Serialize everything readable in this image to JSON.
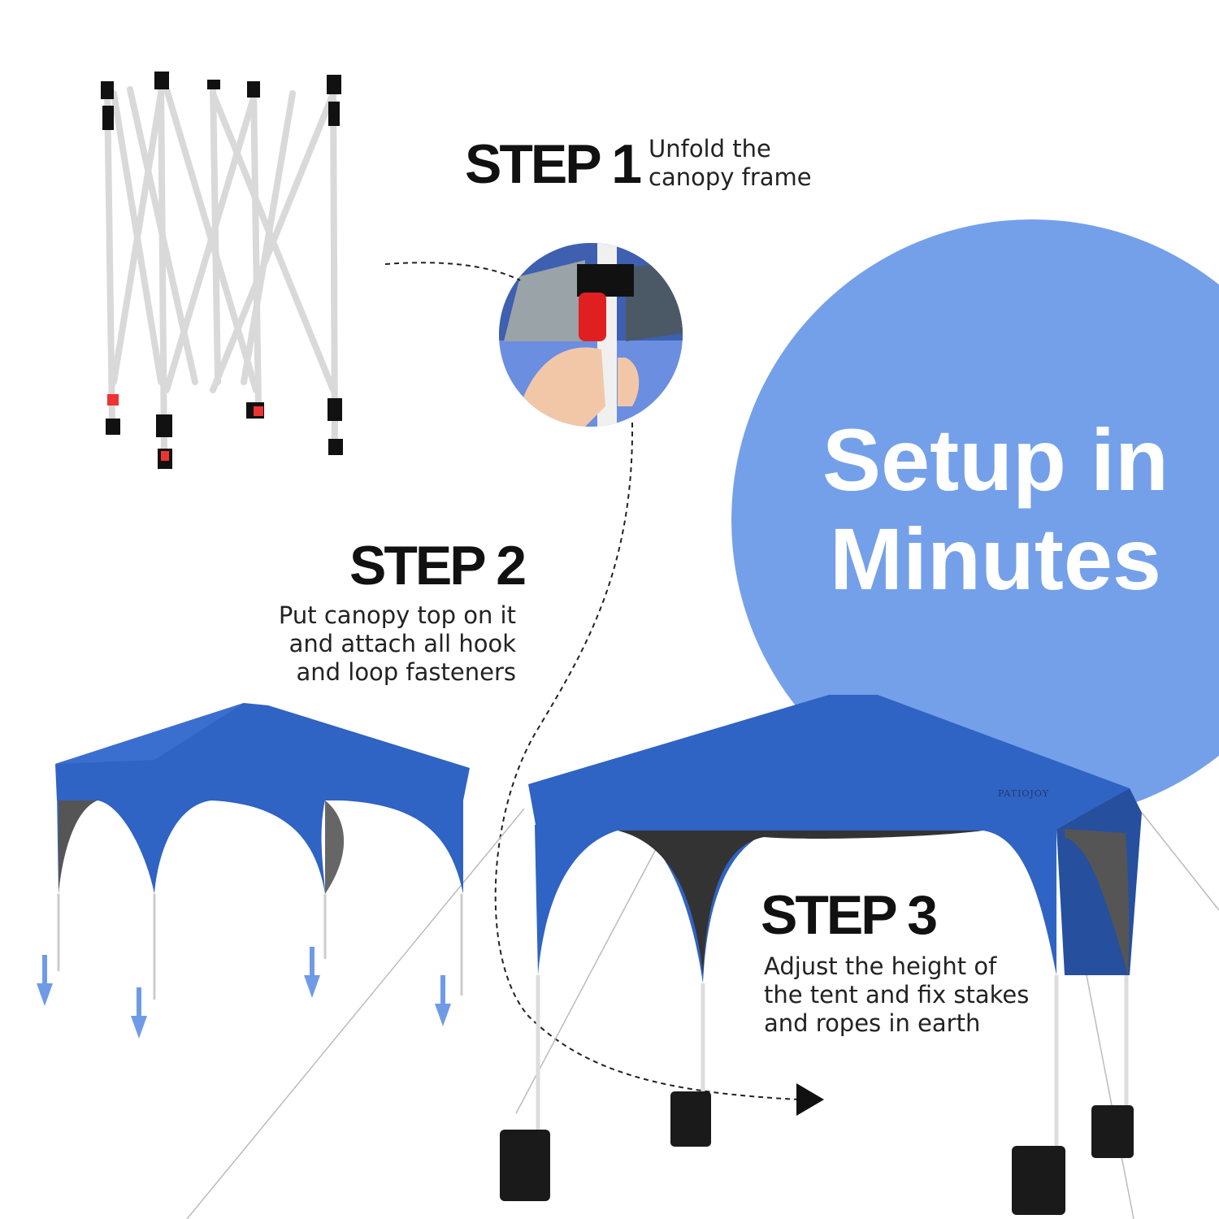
{
  "headline": {
    "line1": "Setup in",
    "line2": "Minutes"
  },
  "steps": [
    {
      "title": "STEP 1",
      "description": [
        "Unfold the",
        "canopy frame"
      ]
    },
    {
      "title": "STEP 2",
      "description": [
        "Put canopy top on it",
        "and attach all hook",
        "and loop fasteners"
      ]
    },
    {
      "title": "STEP 3",
      "description": [
        "Adjust the height of",
        "the tent and fix stakes",
        "and ropes in earth"
      ]
    }
  ],
  "brand_logo": "PATIOJOY",
  "colors": {
    "accent_circle": "#74a0ea",
    "canopy_blue": "#2f63c4",
    "arrow_blue": "#6f9be6",
    "frame": "#e6e6e6"
  }
}
